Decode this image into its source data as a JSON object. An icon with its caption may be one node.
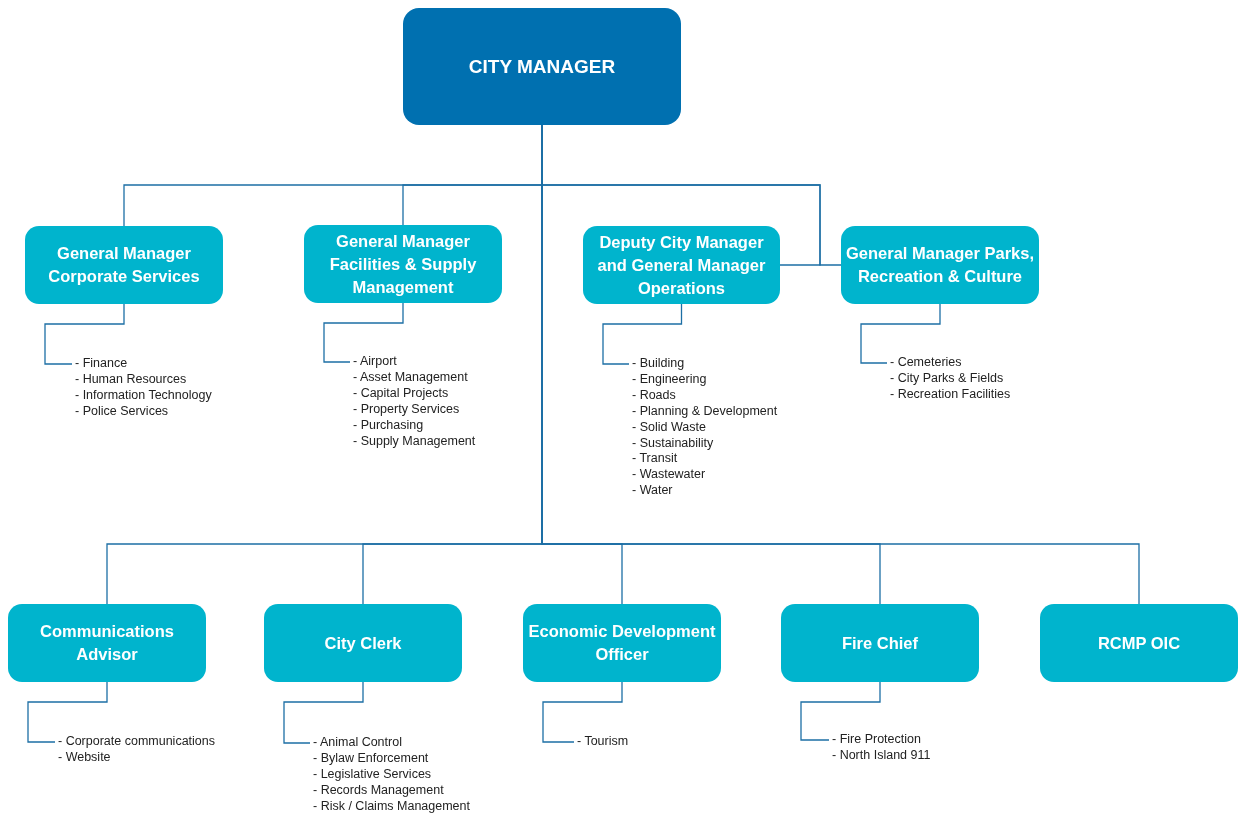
{
  "diagram": {
    "nodes": [
      {
        "text": [
          "CITY MANAGER"
        ]
      },
      {
        "text": [
          "General Manager Corporate Services"
        ]
      },
      {
        "text": [
          "- Finance",
          "- Human Resources",
          "- Information Technology",
          "- Police Services"
        ]
      },
      {
        "text": [
          "General Manager Facilities & Supply Management"
        ]
      },
      {
        "text": [
          "- Airport",
          "- Asset Management",
          "- Capital Projects",
          "- Property Services",
          "- Purchasing",
          "- Supply Management"
        ]
      },
      {
        "text": [
          "Deputy City Manager and General Manager Operations"
        ]
      },
      {
        "text": [
          "- Building",
          "- Engineering",
          "- Roads",
          "- Planning & Development",
          "- Solid Waste",
          "- Sustainability",
          "- Transit",
          "- Wastewater",
          "- Water"
        ]
      },
      {
        "text": [
          "General Manager Parks, Recreation & Culture"
        ]
      },
      {
        "text": [
          "- Cemeteries",
          "- City Parks & Fields",
          "- Recreation Facilities"
        ]
      },
      {
        "text": [
          "Communications Advisor"
        ]
      },
      {
        "text": [
          "- Corporate communications",
          "- Website"
        ]
      },
      {
        "text": [
          "City Clerk"
        ]
      },
      {
        "text": [
          "- Animal Control",
          "- Bylaw Enforcement",
          "- Legislative Services",
          "- Records Management",
          "- Risk / Claims Management"
        ]
      },
      {
        "text": [
          "Economic Development Officer"
        ]
      },
      {
        "text": [
          "- Tourism"
        ]
      },
      {
        "text": [
          "Fire Chief"
        ]
      },
      {
        "text": [
          "- Fire Protection",
          "- North Island 911"
        ]
      },
      {
        "text": [
          "RCMP OIC"
        ]
      }
    ],
    "edges": [
      {
        "from": 0,
        "to": 1,
        "arrow": "none"
      },
      {
        "from": 0,
        "to": 3,
        "arrow": "none"
      },
      {
        "from": 0,
        "to": 5,
        "arrow": "none"
      },
      {
        "from": 0,
        "to": 7,
        "arrow": "none"
      },
      {
        "from": 1,
        "to": 2,
        "arrow": "none"
      },
      {
        "from": 3,
        "to": 4,
        "arrow": "none"
      },
      {
        "from": 5,
        "to": 6,
        "arrow": "none"
      },
      {
        "from": 7,
        "to": 8,
        "arrow": "none"
      },
      {
        "from": 0,
        "to": 9,
        "arrow": "none"
      },
      {
        "from": 0,
        "to": 11,
        "arrow": "none"
      },
      {
        "from": 0,
        "to": 13,
        "arrow": "none"
      },
      {
        "from": 0,
        "to": 15,
        "arrow": "none"
      },
      {
        "from": 0,
        "to": 17,
        "arrow": "none"
      },
      {
        "from": 9,
        "to": 10,
        "arrow": "none"
      },
      {
        "from": 11,
        "to": 12,
        "arrow": "none"
      },
      {
        "from": 13,
        "to": 14,
        "arrow": "none"
      },
      {
        "from": 15,
        "to": 16,
        "arrow": "none"
      }
    ]
  }
}
